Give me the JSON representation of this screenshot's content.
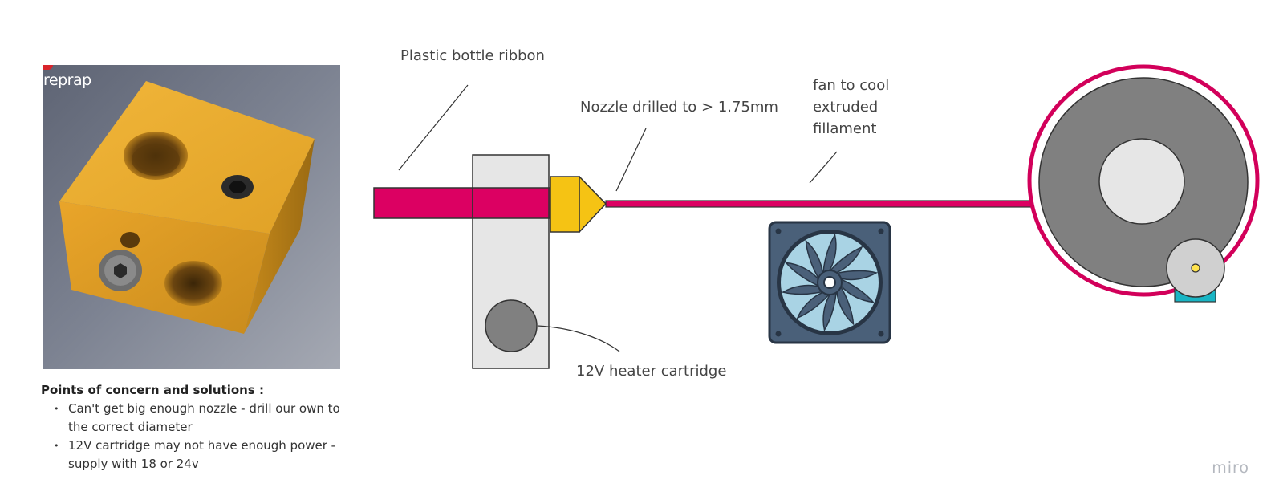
{
  "photo": {
    "logo_text": "reprap"
  },
  "labels": {
    "ribbon": "Plastic bottle ribbon",
    "nozzle": "Nozzle drilled to > 1.75mm",
    "fan": "fan to cool extruded fillament",
    "heater": "12V heater cartridge"
  },
  "notes": {
    "title": "Points of concern and solutions :",
    "items": [
      "Can't get big enough nozzle - drill our own to the correct diameter",
      "12V cartridge may not have enough power - supply with 18 or 24v"
    ]
  },
  "watermark": "miro",
  "colors": {
    "ribbon": "#dc0062",
    "nozzle": "#f5c314",
    "heater_block": "#e6e6e6",
    "spool_body": "#808080",
    "spool_hub": "#e6e6e6",
    "spool_ring": "#d2005a",
    "fan_frame": "#4a6079",
    "fan_blade": "#a9d3e4",
    "motor_base": "#19b5c4",
    "aluminum_block": "#e3a225"
  },
  "icons": [
    "heater-block-photo",
    "cooling-fan-icon",
    "spool-icon",
    "motor-icon"
  ]
}
